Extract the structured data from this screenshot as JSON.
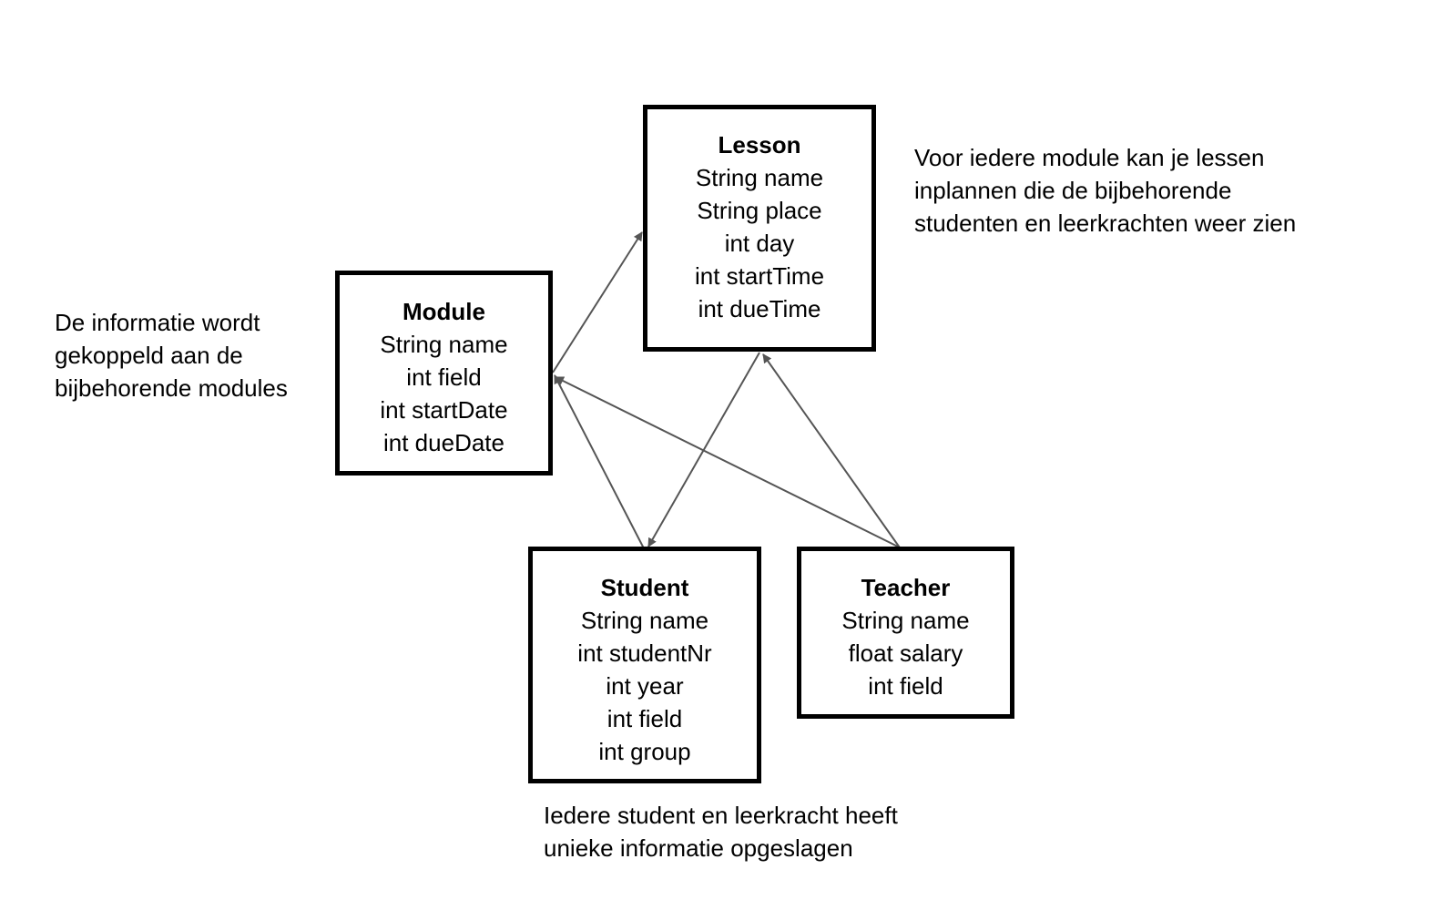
{
  "classes": {
    "lesson": {
      "name": "Lesson",
      "attributes": [
        "String name",
        "String place",
        "int day",
        "int startTime",
        "int dueTime"
      ]
    },
    "module": {
      "name": "Module",
      "attributes": [
        "String name",
        "int field",
        "int startDate",
        "int dueDate"
      ]
    },
    "student": {
      "name": "Student",
      "attributes": [
        "String name",
        "int studentNr",
        "int year",
        "int field",
        "int group"
      ]
    },
    "teacher": {
      "name": "Teacher",
      "attributes": [
        "String name",
        "float salary",
        "int field"
      ]
    }
  },
  "notes": {
    "left": [
      "De informatie wordt",
      "gekoppeld aan de",
      "bijbehorende modules"
    ],
    "right": [
      "Voor iedere module kan je lessen",
      "inplannen die de bijbehorende",
      "studenten en leerkrachten weer zien"
    ],
    "bottom": [
      "Iedere student en leerkracht heeft",
      "unieke informatie opgeslagen"
    ]
  },
  "connections": [
    {
      "from": "module",
      "to": "lesson"
    },
    {
      "from": "student",
      "to": "module"
    },
    {
      "from": "teacher",
      "to": "module"
    },
    {
      "from": "lesson",
      "to": "student"
    },
    {
      "from": "teacher",
      "to": "lesson"
    }
  ],
  "colors": {
    "box_border": "#000000",
    "arrow": "#555555",
    "text": "#000000",
    "background": "#ffffff"
  }
}
